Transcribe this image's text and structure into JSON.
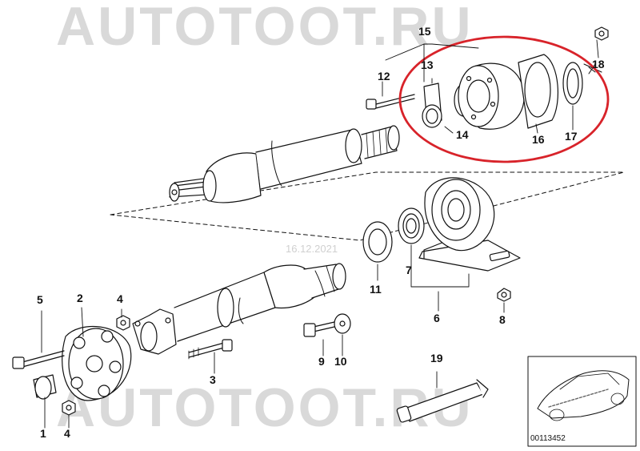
{
  "watermark": {
    "text": "AUTOTOOT.RU"
  },
  "date_stamp": "16.12.2021",
  "diagram_id": "00113452",
  "callouts": {
    "n1": "1",
    "n2": "2",
    "n3": "3",
    "n4a": "4",
    "n4b": "4",
    "n5": "5",
    "n6": "6",
    "n7": "7",
    "n8": "8",
    "n9": "9",
    "n10": "10",
    "n11": "11",
    "n12": "12",
    "n13": "13",
    "n14": "14",
    "n15": "15",
    "n16": "16",
    "n17": "17",
    "n18": "18",
    "n19": "19"
  },
  "colors": {
    "highlight": "#d8232a",
    "line": "#111111",
    "watermark": "#d9d9d9"
  }
}
